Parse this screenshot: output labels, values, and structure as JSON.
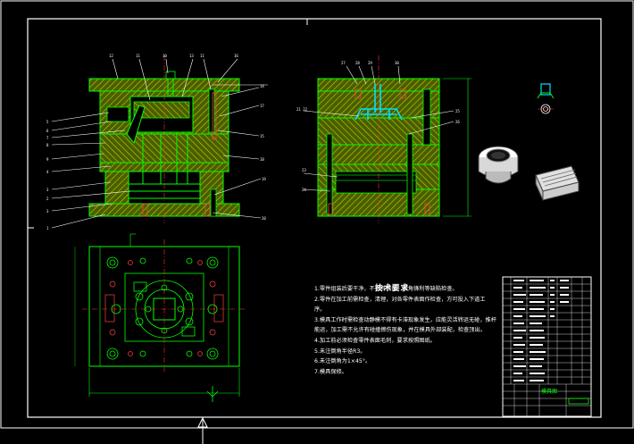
{
  "technical_requirements": {
    "title": "技术要求",
    "items": [
      "1.零件组装后要干净，不得有锈蚀，棱角锋利等缺陷检查。",
      "2.零件在加工前需检查，清理，对各零件表面作检查，方可投入下道工",
      "序。",
      "3.模具工作时需检查动静模不得有卡滞现象发生，应能灵活转运无碰，推杆",
      "能运，加工需不允许有碰撞擦伤现象，并在模具外部装配，检查顶出。",
      "4.加工前必须检查零件表面毛刺，要求按照图纸。",
      "5.未注倒角半径R3。",
      "6.未注倒角为1×45°。",
      "7.模具保修。"
    ]
  },
  "title_block": {
    "drawing_name": "模具图",
    "scale_box": ""
  },
  "colors": {
    "background": "#000000",
    "frame": "#ffffff",
    "outline": "#00ff00",
    "section_fill": "#556b00",
    "hatch": "#b0d000",
    "leader": "#ffffff",
    "hidden": "#ff4040",
    "center": "#ff3030",
    "part_cyan": "#00e0ff",
    "dimension": "#00ff00"
  }
}
